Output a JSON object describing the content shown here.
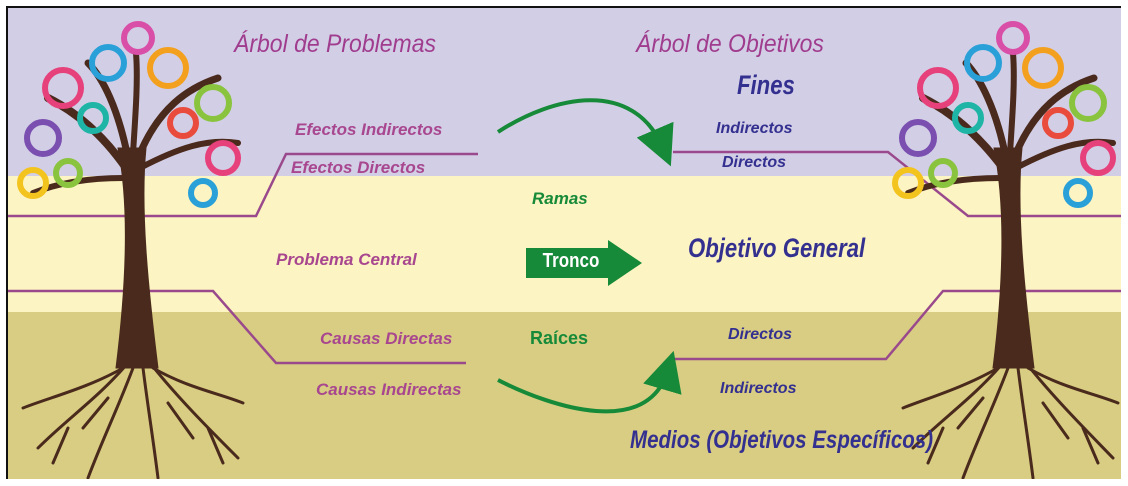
{
  "colors": {
    "top_band": "#d2cee6",
    "mid_band": "#fcf4c2",
    "bottom_band": "#d8cd82",
    "accent_pink": "#a8478f",
    "accent_navy": "#343090",
    "accent_green": "#168a38",
    "trunk": "#4a2a1c"
  },
  "left": {
    "title": "Árbol de Problemas",
    "efectos_indirectos": "Efectos Indirectos",
    "efectos_directos": "Efectos Directos",
    "problema_central": "Problema Central",
    "causas_directas": "Causas Directas",
    "causas_indirectas": "Causas Indirectas"
  },
  "center": {
    "ramas": "Ramas",
    "tronco": "Tronco",
    "raices": "Raíces"
  },
  "right": {
    "title": "Árbol de Objetivos",
    "fines": "Fines",
    "fines_indirectos": "Indirectos",
    "fines_directos": "Directos",
    "objetivo_general": "Objetivo General",
    "medios_directos": "Directos",
    "medios_indirectos": "Indirectos",
    "medios": "Medios (Objetivos Específicos)"
  },
  "icons": [
    "problem-tree-icon",
    "objective-tree-icon",
    "curved-arrow-icon",
    "tronco-arrow-icon"
  ]
}
